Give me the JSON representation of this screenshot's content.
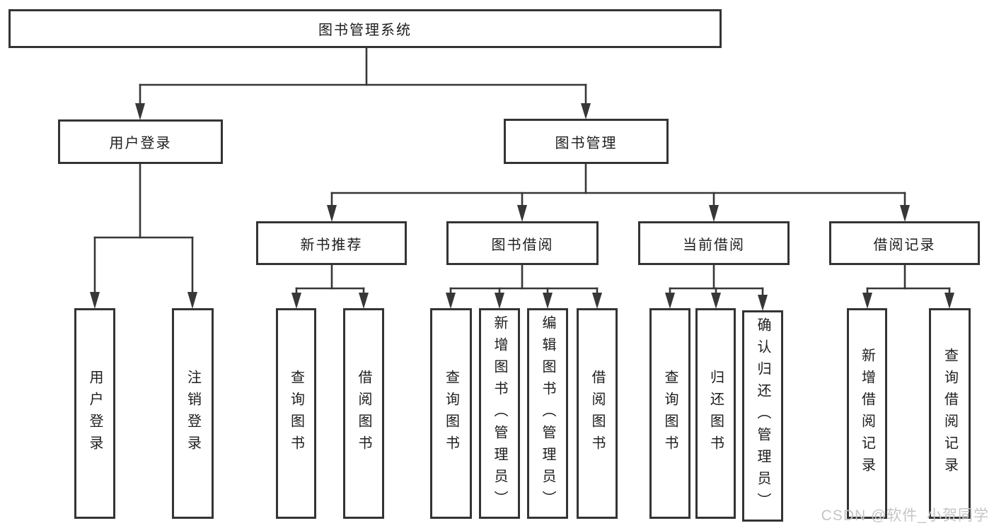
{
  "diagram": {
    "title": "图书管理系统",
    "type": "hierarchy-tree"
  },
  "nodes": {
    "root": {
      "label": "图书管理系统"
    },
    "user_login": {
      "label": "用户登录"
    },
    "book_mgmt": {
      "label": "图书管理"
    },
    "new_book_rec": {
      "label": "新书推荐"
    },
    "book_borrow": {
      "label": "图书借阅"
    },
    "current_borrow": {
      "label": "当前借阅"
    },
    "borrow_records": {
      "label": "借阅记录"
    },
    "leaf_user_login": {
      "label": "用户登录"
    },
    "leaf_logout": {
      "label": "注销登录"
    },
    "leaf_rec_query": {
      "label": "查询图书"
    },
    "leaf_rec_borrow": {
      "label": "借阅图书"
    },
    "leaf_bb_query": {
      "label": "查询图书"
    },
    "leaf_bb_add": {
      "label": "新增图书（管理员）"
    },
    "leaf_bb_edit": {
      "label": "编辑图书（管理员）"
    },
    "leaf_bb_borrow": {
      "label": "借阅图书"
    },
    "leaf_cb_query": {
      "label": "查询图书"
    },
    "leaf_cb_return": {
      "label": "归还图书"
    },
    "leaf_cb_confirm": {
      "label": "确认归还（管理员）"
    },
    "leaf_br_add": {
      "label": "新增借阅记录"
    },
    "leaf_br_query": {
      "label": "查询借阅记录"
    }
  },
  "watermark": {
    "text": "CSDN @软件_小贺同学"
  },
  "colors": {
    "line": "#373737",
    "box_border": "#343434",
    "text": "#1d1d1d",
    "watermark": "#c5c5c5",
    "background": "#ffffff"
  }
}
